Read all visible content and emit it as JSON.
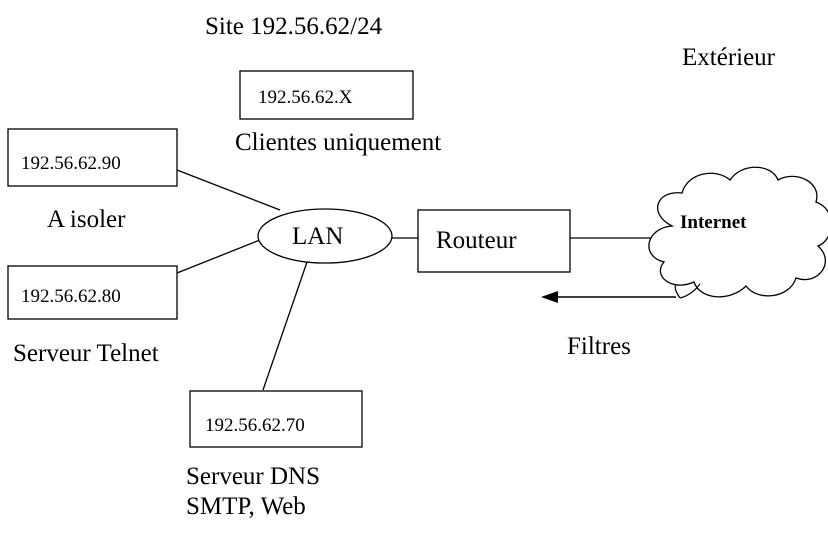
{
  "site_title": "Site 192.56.62/24",
  "outside_label": "Extérieur",
  "generic_host": {
    "address": "192.56.62.X",
    "caption": "Clientes uniquement"
  },
  "host_90": {
    "address": "192.56.62.90",
    "caption": "A isoler"
  },
  "host_80": {
    "address": "192.56.62.80",
    "caption": "Serveur Telnet"
  },
  "host_70": {
    "address": "192.56.62.70",
    "caption_line1": "Serveur DNS",
    "caption_line2": "SMTP, Web"
  },
  "lan_label": "LAN",
  "router_label": "Routeur",
  "internet_label": "Internet",
  "filters_label": "Filtres",
  "colors": {
    "stroke": "#000000",
    "background": "#ffffff"
  }
}
